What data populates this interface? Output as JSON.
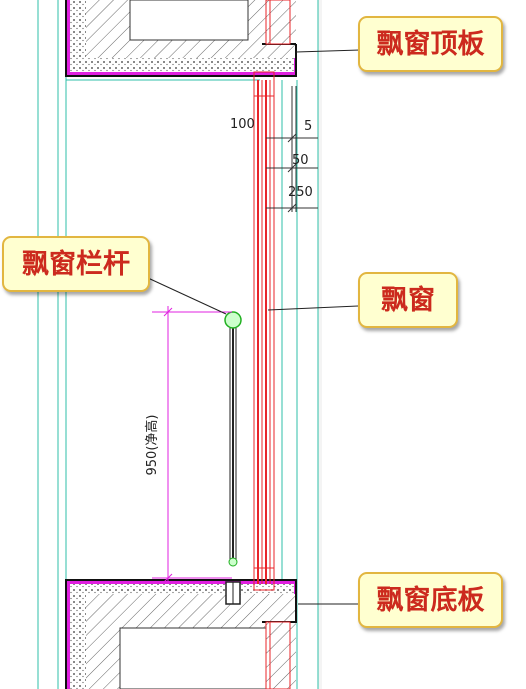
{
  "callouts": {
    "top_slab": "飘窗顶板",
    "railing": "飘窗栏杆",
    "window": "飘窗",
    "bottom_slab": "飘窗底板"
  },
  "dimensions": {
    "d100": "100",
    "d5": "5",
    "d50": "50",
    "d250": "250",
    "railing_height": "950(净高)"
  },
  "colors": {
    "window": "#e8242a",
    "railing": "#e020e0",
    "callout_text": "#cc2a1e",
    "callout_fill": "#ffffd0",
    "callout_border": "#e2b640",
    "grid": "#2fbfa8",
    "slab": "#111111"
  }
}
